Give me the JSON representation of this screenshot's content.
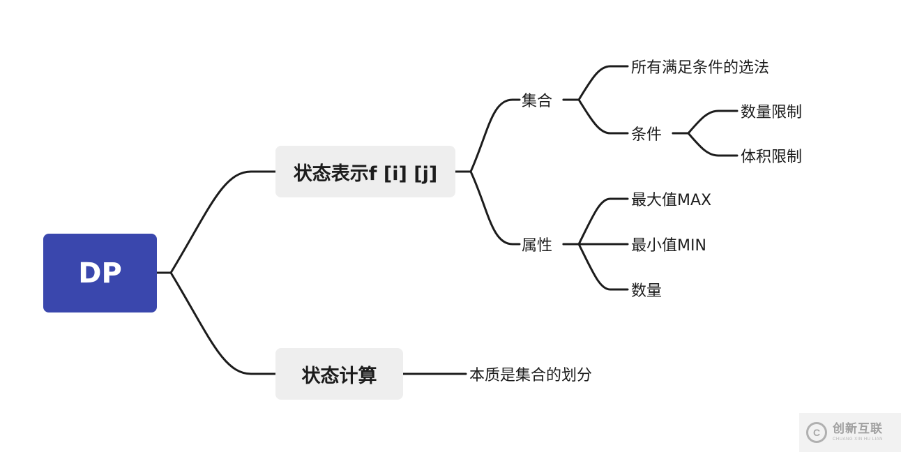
{
  "mindmap": {
    "root": "DP",
    "branches": [
      {
        "label": "状态表示f [i] [j]",
        "children": [
          {
            "label": "集合",
            "children": [
              {
                "label": "所有满足条件的选法"
              },
              {
                "label": "条件",
                "children": [
                  {
                    "label": "数量限制"
                  },
                  {
                    "label": "体积限制"
                  }
                ]
              }
            ]
          },
          {
            "label": "属性",
            "children": [
              {
                "label": "最大值MAX"
              },
              {
                "label": "最小值MIN"
              },
              {
                "label": "数量"
              }
            ]
          }
        ]
      },
      {
        "label": "状态计算",
        "children": [
          {
            "label": "本质是集合的划分"
          }
        ]
      }
    ]
  },
  "watermark": {
    "logo": "C",
    "name": "创新互联",
    "subtitle": "CHUANG XIN HU LIAN"
  },
  "colors": {
    "root_fill": "#3a47ad",
    "branch_fill": "#eeeeee",
    "edge": "#1c1c1c",
    "text": "#1c1c1c"
  }
}
